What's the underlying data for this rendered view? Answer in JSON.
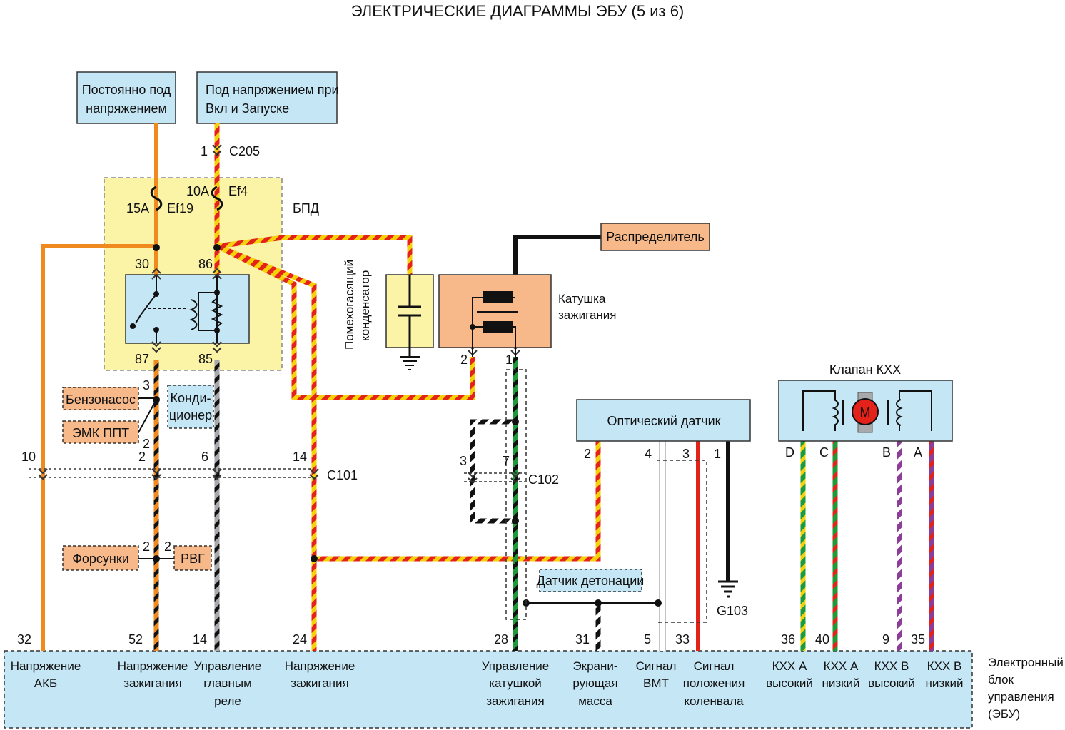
{
  "title": "ЭЛЕКТРИЧЕСКИЕ ДИАГРАММЫ ЭБУ (5 из 6)",
  "colors": {
    "orange": "#f08a1e",
    "red": "#e32219",
    "yellow": "#f5d10a",
    "black": "#111111",
    "gray": "#a7a9ac",
    "green": "#1f9a3a",
    "purple": "#8b3d97",
    "blue_box": "#c5e6f5",
    "fuse_box": "#fbf3a6",
    "peach_box": "#f7b98a"
  },
  "sources": {
    "battery": [
      "Постоянно под",
      "напряжением"
    ],
    "ignition": [
      "Под напряжением при",
      "Вкл и Запуске"
    ]
  },
  "connectors": {
    "c205_pin": "1",
    "c205": "C205",
    "c101": "C101",
    "c102": "C102"
  },
  "fuse_box": {
    "label": "БПД",
    "fuse1_rating": "15A",
    "fuse1_name": "Ef19",
    "fuse2_rating": "10A",
    "fuse2_name": "Ef4"
  },
  "relay_pins": {
    "p30": "30",
    "p86": "86",
    "p87": "87",
    "p85": "85"
  },
  "components": {
    "fuel_pump": "Бензонасос",
    "canister": "ЭМК ППТ",
    "ac": [
      "Конди-",
      "ционер"
    ],
    "injectors": "Форсунки",
    "egr": "РВГ",
    "distributor": "Распределитель",
    "coil": [
      "Катушка",
      "зажигания"
    ],
    "capacitor": [
      "Помехогасящий",
      "конденсатор"
    ],
    "optical": "Оптический датчик",
    "knock": "Датчик детонации",
    "iac": "Клапан КХХ",
    "motor": "M",
    "ground": "G103"
  },
  "pins": {
    "fp3": "3",
    "fp2": "2",
    "relay87_c101": "2",
    "relay85_c101": "6",
    "batt_c101": "10",
    "ign_c101": "14",
    "inj": "2",
    "egr": "2",
    "coil2": "2",
    "coil1": "1",
    "c102_3": "3",
    "c102_7": "7",
    "opt2": "2",
    "opt4": "4",
    "opt3": "3",
    "opt1": "1",
    "iac_d": "D",
    "iac_c": "C",
    "iac_b": "B",
    "iac_a": "A"
  },
  "ecu": {
    "label": [
      "Электронный",
      "блок",
      "управления",
      "(ЭБУ)"
    ],
    "pins": [
      {
        "num": "32",
        "lines": [
          "Напряжение",
          "АКБ"
        ]
      },
      {
        "num": "52",
        "lines": [
          "Напряжение",
          "зажигания"
        ]
      },
      {
        "num": "14",
        "lines": [
          "Управление",
          "главным",
          "реле"
        ]
      },
      {
        "num": "24",
        "lines": [
          "Напряжение",
          "зажигания"
        ]
      },
      {
        "num": "28",
        "lines": [
          "Управление",
          "катушкой",
          "зажигания"
        ]
      },
      {
        "num": "31",
        "lines": [
          "Экрани-",
          "рующая",
          "масса"
        ]
      },
      {
        "num": "5",
        "lines": [
          "Сигнал",
          "ВМТ"
        ]
      },
      {
        "num": "33",
        "lines": [
          "Сигнал",
          "положения",
          "коленвала"
        ]
      },
      {
        "num": "36",
        "lines": [
          "КХХ А",
          "высокий"
        ]
      },
      {
        "num": "40",
        "lines": [
          "КХХ А",
          "низкий"
        ]
      },
      {
        "num": "9",
        "lines": [
          "КХХ В",
          "высокий"
        ]
      },
      {
        "num": "35",
        "lines": [
          "КХХ В",
          "низкий"
        ]
      }
    ]
  }
}
